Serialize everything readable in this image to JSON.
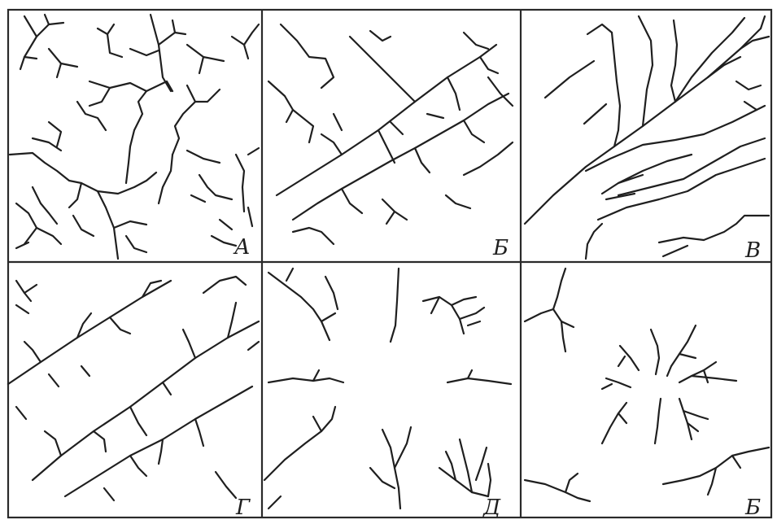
{
  "panels": [
    {
      "id": "dendritic",
      "label": "А"
    },
    {
      "id": "rectangular",
      "label": "Б"
    },
    {
      "id": "parallel",
      "label": "В"
    },
    {
      "id": "trellis",
      "label": "Г"
    },
    {
      "id": "radial",
      "label": "Д"
    },
    {
      "id": "centripetal",
      "label": "Б"
    }
  ]
}
